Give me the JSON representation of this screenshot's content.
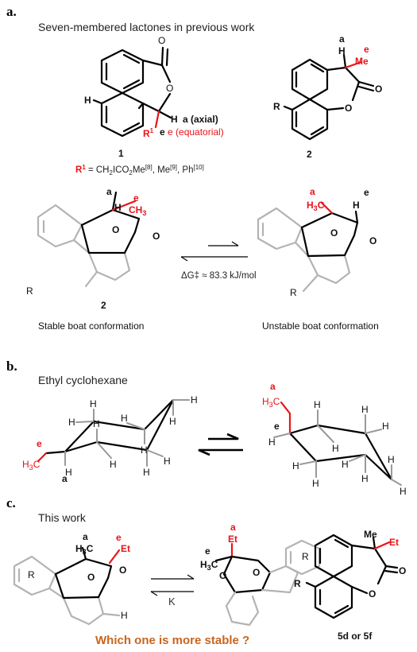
{
  "panel_a": {
    "label": "a.",
    "heading": "Seven-membered lactones in previous work",
    "cmpd1": {
      "number": "1",
      "H_left": "H",
      "H_ring": "H",
      "O_ring": "O",
      "O_carbonyl": "O",
      "a_label": "a (axial)",
      "R1": "R",
      "R1_sup": "1",
      "e_label": "e (equatorial)"
    },
    "r1_def": {
      "R": "R",
      "sup1": "1",
      "eq": " = CH",
      "sub2": "2",
      "mid1": "ICO",
      "sub2b": "2",
      "me": "Me",
      "ref8": "[8]",
      "sep1": ", Me",
      "ref9": "[9]",
      "sep2": ", Ph",
      "ref10": "[10]"
    },
    "cmpd2": {
      "number": "2",
      "a_label": "a",
      "H": "H",
      "e_label": "e",
      "Me": "Me",
      "R": "R",
      "O_ring": "O",
      "O_carbonyl": "O"
    },
    "equilibrium": {
      "left_a": "a",
      "left_H": "H",
      "left_e": "e",
      "left_CH": "CH",
      "left_3": "3",
      "left_O": "O",
      "left_CO": "O",
      "right_a": "a",
      "right_H3C_H": "H",
      "right_H3C_3": "3",
      "right_H3C_C": "C",
      "right_e": "e",
      "right_H": "H",
      "right_O": "O",
      "right_CO": "O",
      "R_left": "R",
      "R_right": "R",
      "barrier": "ΔG‡ ≈ 83.3 kJ/mol",
      "cmpd_number": "2",
      "stable": "Stable boat conformation",
      "unstable": "Unstable boat conformation"
    }
  },
  "panel_b": {
    "label": "b.",
    "heading": "Ethyl cyclohexane",
    "left_e": "e",
    "left_a": "a",
    "left_H3C_H": "H",
    "left_H3C_3": "3",
    "left_H3C_C": "C",
    "right_a": "a",
    "right_e": "e",
    "right_H3C_H": "H",
    "right_H3C_3": "3",
    "right_H3C_C": "C",
    "H": "H"
  },
  "panel_c": {
    "label": "c.",
    "heading": "This work",
    "left_a": "a",
    "left_H3C_H": "H",
    "left_H3C_3": "3",
    "left_H3C_C": "C",
    "left_e": "e",
    "left_Et": "Et",
    "left_O": "O",
    "left_CO": "O",
    "left_R": "R",
    "left_H": "H",
    "mid_a": "a",
    "mid_Et": "Et",
    "mid_e": "e",
    "mid_H3C_H": "H",
    "mid_H3C_3": "3",
    "mid_H3C_C": "C",
    "mid_O": "O",
    "mid_CO": "O",
    "mid_R": "R",
    "K": "K",
    "right_Me": "Me",
    "right_Et": "Et",
    "right_O": "O",
    "right_CO": "O",
    "right_R": "R",
    "right_label": "5d or 5f",
    "question": "Which one is more stable ?"
  }
}
